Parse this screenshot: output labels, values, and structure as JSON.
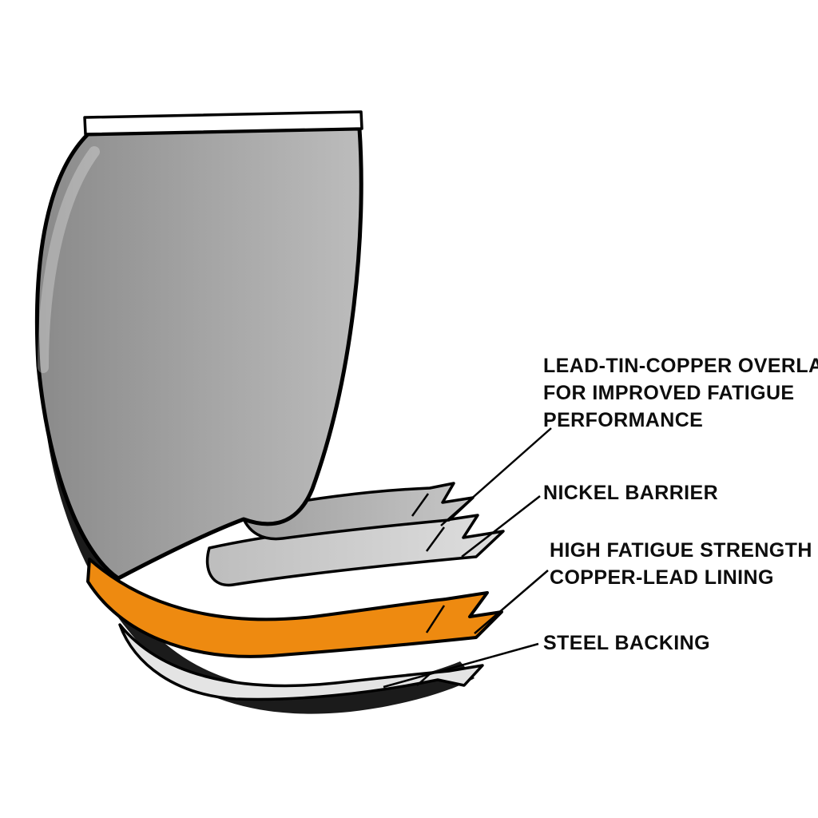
{
  "diagram": {
    "labels": {
      "overlay": {
        "lines": [
          "LEAD-TIN-COPPER OVERLAY",
          "FOR IMPROVED FATIGUE",
          "PERFORMANCE"
        ]
      },
      "nickel": {
        "lines": [
          "NICKEL BARRIER"
        ]
      },
      "copper_lead": {
        "lines": [
          "HIGH FATIGUE STRENGTH",
          "COPPER-LEAD LINING"
        ]
      },
      "steel": {
        "lines": [
          "STEEL BACKING"
        ]
      }
    },
    "colors": {
      "background": "#ffffff",
      "outline": "#000000",
      "shell_gray_dark": "#8a8a8a",
      "shell_gray_mid": "#a6a6a6",
      "shell_gray_light": "#bcbcbc",
      "overlay_layer_gray": "#b0b0b0",
      "nickel_layer_gray": "#cdcdcd",
      "copper_lead_orange": "#ee8a10",
      "steel_top_gray": "#e4e4e4",
      "steel_underside_dark": "#1b1b1b",
      "rim_white": "#ffffff",
      "label_text": "#0d0d0d"
    }
  }
}
